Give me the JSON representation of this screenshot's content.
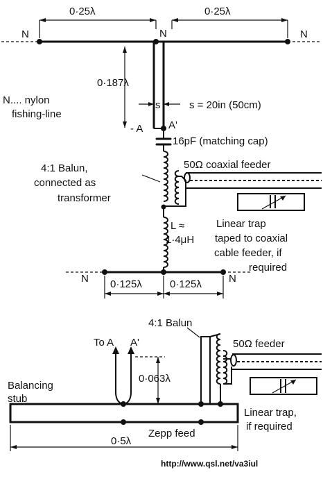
{
  "top_diagram": {
    "node_label": "N",
    "left_arm_length": "0·25λ",
    "right_arm_length": "0·25λ",
    "feedline_length": "0·187λ",
    "spacing_symbol": "s",
    "spacing_value": "s = 20in (50cm)",
    "nylon_note_line1": "N.... nylon",
    "nylon_note_line2": "fishing-line",
    "point_a": "- A",
    "point_a_prime": "A'",
    "cap_label": "16pF (matching cap)",
    "balun_line1": "4:1 Balun,",
    "balun_line2": "connected as",
    "balun_line3": "transformer",
    "coax_label": "50Ω coaxial feeder",
    "inductor_line1": "L ≈",
    "inductor_line2": "1·4μH",
    "trap_line1": "Linear trap",
    "trap_line2": "taped to coaxial",
    "trap_line3": "cable feeder, if",
    "trap_line4": "required",
    "bottom_left_length": "0·125λ",
    "bottom_right_length": "0·125λ"
  },
  "bottom_diagram": {
    "balun_label": "4:1 Balun",
    "feeder_label": "50Ω feeder",
    "to_a": "To A",
    "a_prime": "A'",
    "stub_height": "0·063λ",
    "stub_line1": "Balancing",
    "stub_line2": "stub",
    "trap_line1": "Linear trap,",
    "trap_line2": "if required",
    "zepp_label": "Zepp feed",
    "stub_length": "0·5λ"
  },
  "footer": {
    "url": "http://www.qsl.net/va3iul"
  }
}
